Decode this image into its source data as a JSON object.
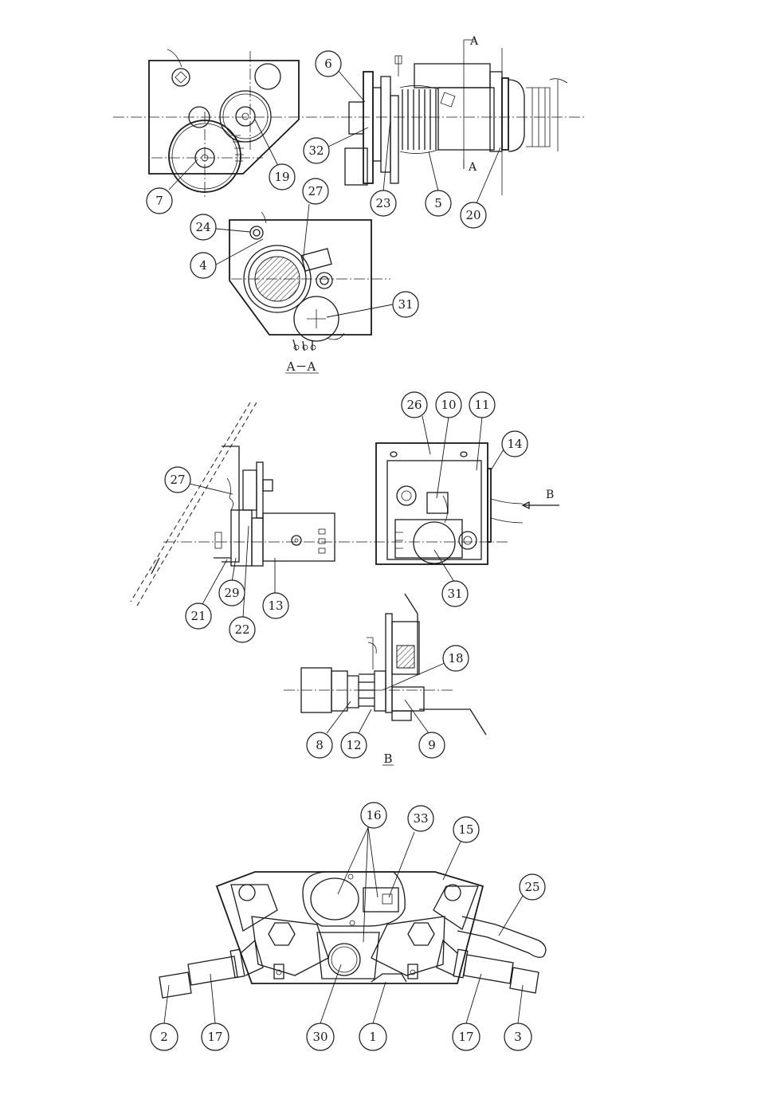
{
  "figure": {
    "section_aa": "A－A",
    "view_b": "B",
    "cut_label": "A",
    "arrow_label": "B"
  },
  "callouts": [
    {
      "id": "c6",
      "label": "6"
    },
    {
      "id": "c32",
      "label": "32"
    },
    {
      "id": "c23",
      "label": "23"
    },
    {
      "id": "c5",
      "label": "5"
    },
    {
      "id": "c20",
      "label": "20"
    },
    {
      "id": "c19",
      "label": "19"
    },
    {
      "id": "c7",
      "label": "7"
    },
    {
      "id": "c27a",
      "label": "27"
    },
    {
      "id": "c24",
      "label": "24"
    },
    {
      "id": "c4",
      "label": "4"
    },
    {
      "id": "c31a",
      "label": "31"
    },
    {
      "id": "c26",
      "label": "26"
    },
    {
      "id": "c10",
      "label": "10"
    },
    {
      "id": "c11",
      "label": "11"
    },
    {
      "id": "c14",
      "label": "14"
    },
    {
      "id": "c27b",
      "label": "27"
    },
    {
      "id": "c29",
      "label": "29"
    },
    {
      "id": "c21",
      "label": "21"
    },
    {
      "id": "c22",
      "label": "22"
    },
    {
      "id": "c13",
      "label": "13"
    },
    {
      "id": "c31b",
      "label": "31"
    },
    {
      "id": "c18",
      "label": "18"
    },
    {
      "id": "c8",
      "label": "8"
    },
    {
      "id": "c12",
      "label": "12"
    },
    {
      "id": "c9",
      "label": "9"
    },
    {
      "id": "c16",
      "label": "16"
    },
    {
      "id": "c33",
      "label": "33"
    },
    {
      "id": "c15",
      "label": "15"
    },
    {
      "id": "c25",
      "label": "25"
    },
    {
      "id": "c2",
      "label": "2"
    },
    {
      "id": "c17a",
      "label": "17"
    },
    {
      "id": "c30",
      "label": "30"
    },
    {
      "id": "c1",
      "label": "1"
    },
    {
      "id": "c17b",
      "label": "17"
    },
    {
      "id": "c3",
      "label": "3"
    }
  ]
}
